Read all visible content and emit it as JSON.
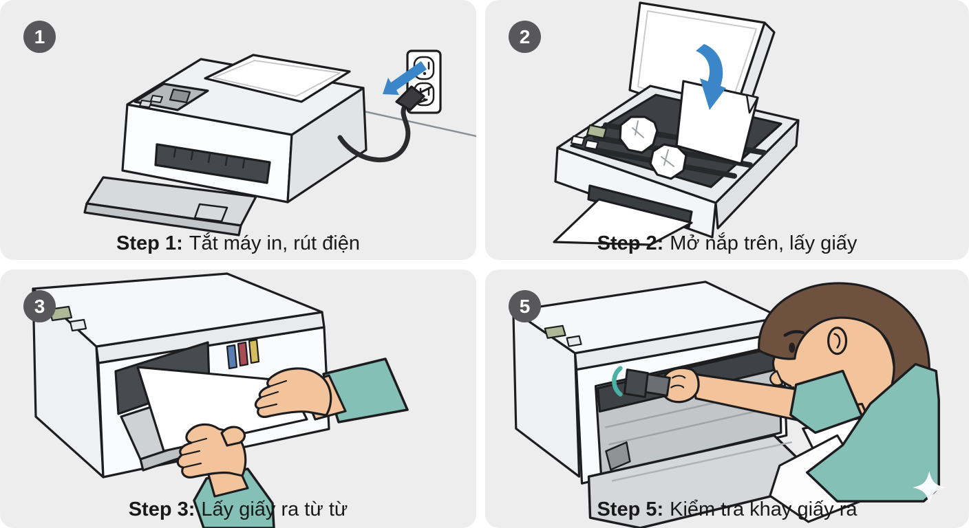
{
  "colors": {
    "canvas_bg": "#ffffff",
    "panel_bg": "#ededee",
    "badge_bg": "#58585a",
    "badge_text": "#ffffff",
    "caption_text": "#191919",
    "arrow_blue": "#3a86c8",
    "shirt_teal": "#85c0b7",
    "skin": "#f3c49c",
    "hair_brown": "#6f5140",
    "outline": "#1d1d1f"
  },
  "panels": [
    {
      "badge": "1",
      "step_label": "Step 1:",
      "instruction": "Tắt máy in, rút điện",
      "illustration": "printer-unplugged-from-wall-outlet-with-blue-arrow"
    },
    {
      "badge": "2",
      "step_label": "Step 2:",
      "instruction": "Mở nắp trên, lấy giấy",
      "illustration": "printer-open-lid-crumpled-jammed-paper-blue-down-arrow"
    },
    {
      "badge": "3",
      "step_label": "Step 3:",
      "instruction": "Lấy giấy ra từ từ",
      "illustration": "two-hands-slowly-pulling-paper-from-printer"
    },
    {
      "badge": "5",
      "step_label": "Step 5:",
      "instruction": "Kiểm tra khay giấy ra",
      "illustration": "man-with-flashlight-inspecting-output-tray"
    }
  ]
}
